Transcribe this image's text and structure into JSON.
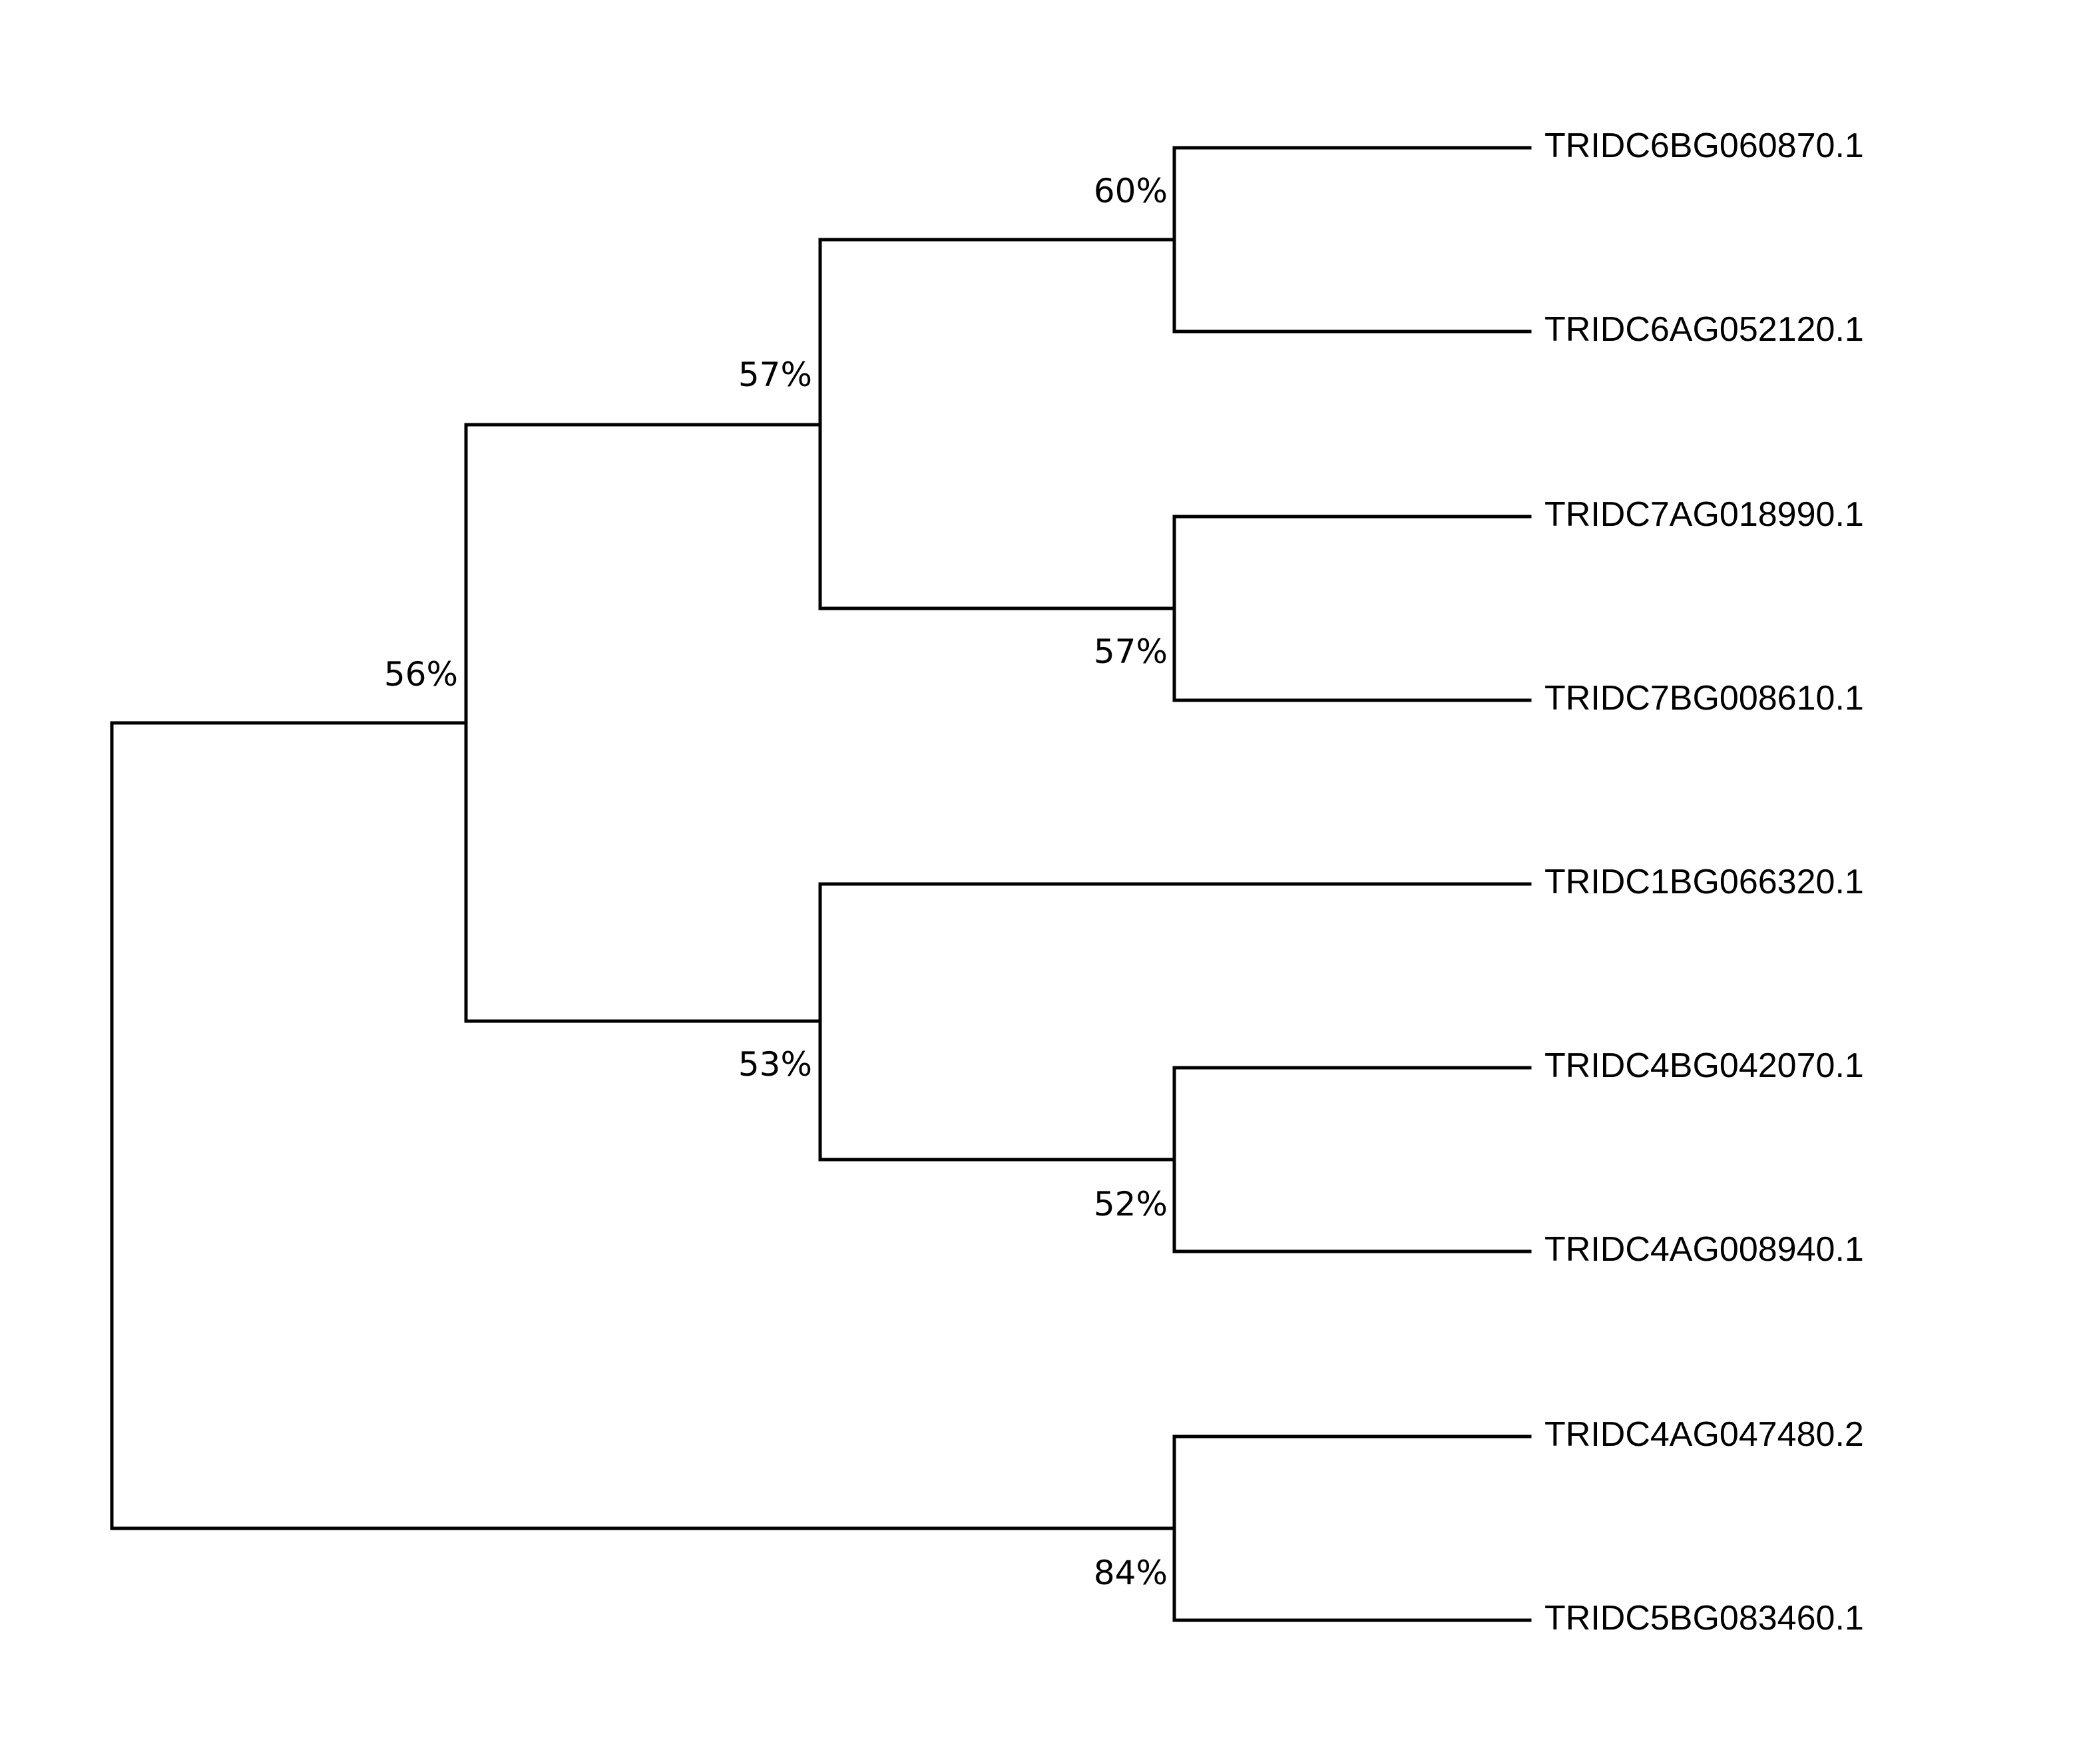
{
  "tree": {
    "leaves": [
      "TRIDC6BG060870.1",
      "TRIDC6AG052120.1",
      "TRIDC7AG018990.1",
      "TRIDC7BG008610.1",
      "TRIDC1BG066320.1",
      "TRIDC4BG042070.1",
      "TRIDC4AG008940.1",
      "TRIDC4AG047480.2",
      "TRIDC5BG083460.1"
    ],
    "support": {
      "root": "",
      "ingroup": "56%",
      "clade_6_7": "57%",
      "clade_6": "60%",
      "clade_7": "57%",
      "clade_1_4": "53%",
      "clade_4": "52%",
      "clade_4a_5b": "84%"
    }
  }
}
